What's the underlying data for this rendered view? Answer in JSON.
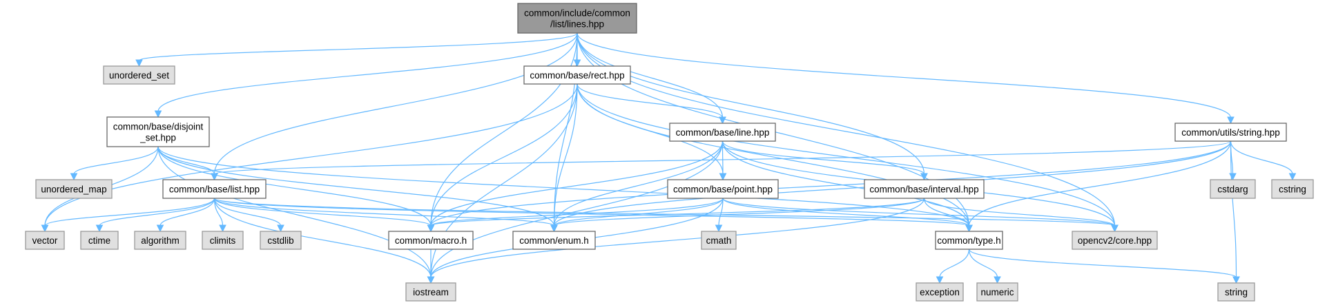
{
  "diagram": {
    "title": "Include dependency graph for common/include/common/list/lines.hpp",
    "colors": {
      "edge": "#63b8ff",
      "root_fill": "#999999",
      "root_border": "#666666",
      "internal_fill": "#ffffff",
      "internal_border": "#666666",
      "external_fill": "#e0e0e0",
      "external_border": "#999999"
    },
    "nodes": [
      {
        "id": "lines",
        "kind": "root",
        "label": [
          "common/include/common",
          "/list/lines.hpp"
        ]
      },
      {
        "id": "uset",
        "kind": "external",
        "label": [
          "unordered_set"
        ]
      },
      {
        "id": "rect",
        "kind": "internal",
        "label": [
          "common/base/rect.hpp"
        ]
      },
      {
        "id": "disjoint",
        "kind": "internal",
        "label": [
          "common/base/disjoint",
          "_set.hpp"
        ]
      },
      {
        "id": "line",
        "kind": "internal",
        "label": [
          "common/base/line.hpp"
        ]
      },
      {
        "id": "strutil",
        "kind": "internal",
        "label": [
          "common/utils/string.hpp"
        ]
      },
      {
        "id": "umap",
        "kind": "external",
        "label": [
          "unordered_map"
        ]
      },
      {
        "id": "list",
        "kind": "internal",
        "label": [
          "common/base/list.hpp"
        ]
      },
      {
        "id": "point",
        "kind": "internal",
        "label": [
          "common/base/point.hpp"
        ]
      },
      {
        "id": "interval",
        "kind": "internal",
        "label": [
          "common/base/interval.hpp"
        ]
      },
      {
        "id": "cstdarg",
        "kind": "external",
        "label": [
          "cstdarg"
        ]
      },
      {
        "id": "cstring",
        "kind": "external",
        "label": [
          "cstring"
        ]
      },
      {
        "id": "vector",
        "kind": "external",
        "label": [
          "vector"
        ]
      },
      {
        "id": "ctime",
        "kind": "external",
        "label": [
          "ctime"
        ]
      },
      {
        "id": "algorithm",
        "kind": "external",
        "label": [
          "algorithm"
        ]
      },
      {
        "id": "climits",
        "kind": "external",
        "label": [
          "climits"
        ]
      },
      {
        "id": "cstdlib",
        "kind": "external",
        "label": [
          "cstdlib"
        ]
      },
      {
        "id": "macro",
        "kind": "internal",
        "label": [
          "common/macro.h"
        ]
      },
      {
        "id": "enum",
        "kind": "internal",
        "label": [
          "common/enum.h"
        ]
      },
      {
        "id": "cmath",
        "kind": "external",
        "label": [
          "cmath"
        ]
      },
      {
        "id": "type",
        "kind": "internal",
        "label": [
          "common/type.h"
        ]
      },
      {
        "id": "opencv",
        "kind": "external",
        "label": [
          "opencv2/core.hpp"
        ]
      },
      {
        "id": "iostream",
        "kind": "external",
        "label": [
          "iostream"
        ]
      },
      {
        "id": "exception",
        "kind": "external",
        "label": [
          "exception"
        ]
      },
      {
        "id": "numeric",
        "kind": "external",
        "label": [
          "numeric"
        ]
      },
      {
        "id": "string",
        "kind": "external",
        "label": [
          "string"
        ]
      }
    ],
    "edges": [
      [
        "lines",
        "uset"
      ],
      [
        "lines",
        "rect"
      ],
      [
        "lines",
        "disjoint"
      ],
      [
        "lines",
        "line"
      ],
      [
        "lines",
        "strutil"
      ],
      [
        "lines",
        "list"
      ],
      [
        "lines",
        "interval"
      ],
      [
        "lines",
        "macro"
      ],
      [
        "lines",
        "enum"
      ],
      [
        "lines",
        "type"
      ],
      [
        "lines",
        "opencv"
      ],
      [
        "rect",
        "line"
      ],
      [
        "rect",
        "point"
      ],
      [
        "rect",
        "macro"
      ],
      [
        "rect",
        "enum"
      ],
      [
        "rect",
        "type"
      ],
      [
        "rect",
        "opencv"
      ],
      [
        "rect",
        "iostream"
      ],
      [
        "rect",
        "vector"
      ],
      [
        "disjoint",
        "umap"
      ],
      [
        "disjoint",
        "list"
      ],
      [
        "disjoint",
        "vector"
      ],
      [
        "disjoint",
        "iostream"
      ],
      [
        "disjoint",
        "macro"
      ],
      [
        "disjoint",
        "enum"
      ],
      [
        "disjoint",
        "type"
      ],
      [
        "line",
        "point"
      ],
      [
        "line",
        "interval"
      ],
      [
        "line",
        "macro"
      ],
      [
        "line",
        "enum"
      ],
      [
        "line",
        "type"
      ],
      [
        "line",
        "opencv"
      ],
      [
        "line",
        "iostream"
      ],
      [
        "strutil",
        "cstdarg"
      ],
      [
        "strutil",
        "cstring"
      ],
      [
        "strutil",
        "string"
      ],
      [
        "strutil",
        "type"
      ],
      [
        "strutil",
        "list"
      ],
      [
        "strutil",
        "macro"
      ],
      [
        "strutil",
        "enum"
      ],
      [
        "list",
        "vector"
      ],
      [
        "list",
        "ctime"
      ],
      [
        "list",
        "algorithm"
      ],
      [
        "list",
        "climits"
      ],
      [
        "list",
        "cstdlib"
      ],
      [
        "list",
        "macro"
      ],
      [
        "list",
        "enum"
      ],
      [
        "list",
        "type"
      ],
      [
        "list",
        "iostream"
      ],
      [
        "list",
        "opencv"
      ],
      [
        "point",
        "cmath"
      ],
      [
        "point",
        "macro"
      ],
      [
        "point",
        "enum"
      ],
      [
        "point",
        "type"
      ],
      [
        "point",
        "iostream"
      ],
      [
        "point",
        "opencv"
      ],
      [
        "interval",
        "type"
      ],
      [
        "interval",
        "opencv"
      ],
      [
        "interval",
        "macro"
      ],
      [
        "interval",
        "enum"
      ],
      [
        "interval",
        "iostream"
      ],
      [
        "macro",
        "iostream"
      ],
      [
        "type",
        "exception"
      ],
      [
        "type",
        "numeric"
      ],
      [
        "type",
        "string"
      ]
    ]
  }
}
